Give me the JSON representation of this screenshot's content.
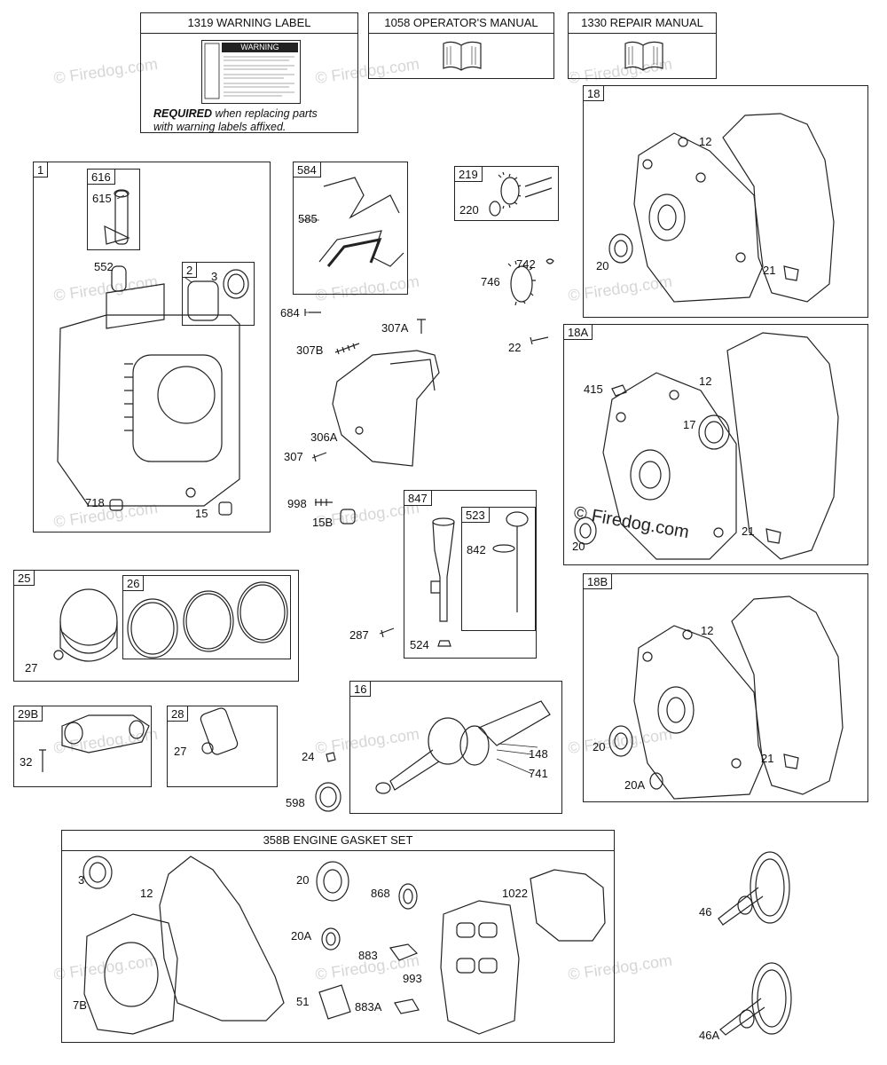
{
  "header": {
    "warning_label": {
      "title": "1319 WARNING LABEL",
      "sticker_title": "WARNING",
      "note_bold": "REQUIRED",
      "note_rest": " when replacing parts",
      "note_line2": "with warning labels affixed."
    },
    "operators_manual": {
      "title": "1058 OPERATOR'S MANUAL"
    },
    "repair_manual": {
      "title": "1330 REPAIR MANUAL"
    }
  },
  "boxes": {
    "b1": {
      "tag": "1"
    },
    "b616": {
      "tag": "616"
    },
    "b2": {
      "tag": "2"
    },
    "b584": {
      "tag": "584"
    },
    "b219": {
      "tag": "219"
    },
    "b18": {
      "tag": "18"
    },
    "b18a": {
      "tag": "18A"
    },
    "b18b": {
      "tag": "18B"
    },
    "b847": {
      "tag": "847"
    },
    "b523": {
      "tag": "523"
    },
    "b25": {
      "tag": "25"
    },
    "b26": {
      "tag": "26"
    },
    "b29b": {
      "tag": "29B"
    },
    "b28": {
      "tag": "28"
    },
    "b16": {
      "tag": "16"
    }
  },
  "gasket_set": {
    "title": "358B ENGINE GASKET SET"
  },
  "callouts": {
    "c615": "615",
    "c552": "552",
    "c3a": "3",
    "c718": "718",
    "c15": "15",
    "c585": "585",
    "c684": "684",
    "c307b": "307B",
    "c307a": "307A",
    "c306a": "306A",
    "c307": "307",
    "c220": "220",
    "c742": "742",
    "c746": "746",
    "c22": "22",
    "c12a": "12",
    "c20a": "20",
    "c21a": "21",
    "c415": "415",
    "c12b": "12",
    "c17": "17",
    "c20b": "20",
    "c21b": "21",
    "c12c": "12",
    "c20c": "20",
    "c21c": "21",
    "c20ac": "20A",
    "c998": "998",
    "c15b": "15B",
    "c842": "842",
    "c287": "287",
    "c524": "524",
    "c27a": "27",
    "c32": "32",
    "c27b": "27",
    "c24": "24",
    "c598": "598",
    "c148": "148",
    "c741": "741",
    "g3": "3",
    "g12": "12",
    "g20": "20",
    "g20a": "20A",
    "g868": "868",
    "g1022": "1022",
    "g883": "883",
    "g993": "993",
    "g7b": "7B",
    "g51": "51",
    "g883a": "883A",
    "c46": "46",
    "c46a": "46A"
  },
  "watermark": {
    "text": "© Firedog.com",
    "brand": "© Firedog.com"
  }
}
